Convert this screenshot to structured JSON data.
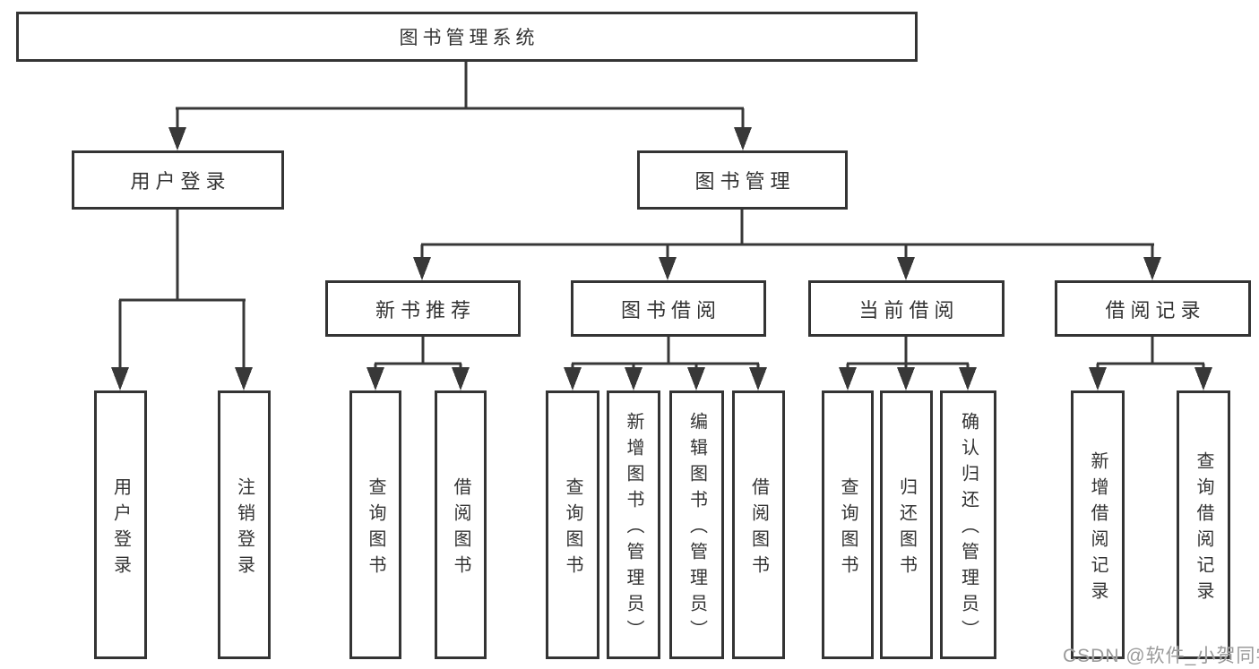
{
  "diagram_type": "hierarchy-tree",
  "colors": {
    "background": "#ffffff",
    "box_border": "#343434",
    "connector_line": "#383838",
    "node_text": "#333333",
    "watermark_text": "#9b9b9b"
  },
  "tree": {
    "label": "图书管理系统",
    "children": [
      {
        "label": "用户登录",
        "children": [
          {
            "label": "用户登录"
          },
          {
            "label": "注销登录"
          }
        ]
      },
      {
        "label": "图书管理",
        "children": [
          {
            "label": "新书推荐",
            "children": [
              {
                "label": "查询图书"
              },
              {
                "label": "借阅图书"
              }
            ]
          },
          {
            "label": "图书借阅",
            "children": [
              {
                "label": "查询图书"
              },
              {
                "label": "新增图书（管理员）"
              },
              {
                "label": "编辑图书（管理员）"
              },
              {
                "label": "借阅图书"
              }
            ]
          },
          {
            "label": "当前借阅",
            "children": [
              {
                "label": "查询图书"
              },
              {
                "label": "归还图书"
              },
              {
                "label": "确认归还（管理员）"
              }
            ]
          },
          {
            "label": "借阅记录",
            "children": [
              {
                "label": "新增借阅记录"
              },
              {
                "label": "查询借阅记录"
              }
            ]
          }
        ]
      }
    ]
  },
  "watermark": {
    "text": "CSDN @软件_小贺同学"
  }
}
